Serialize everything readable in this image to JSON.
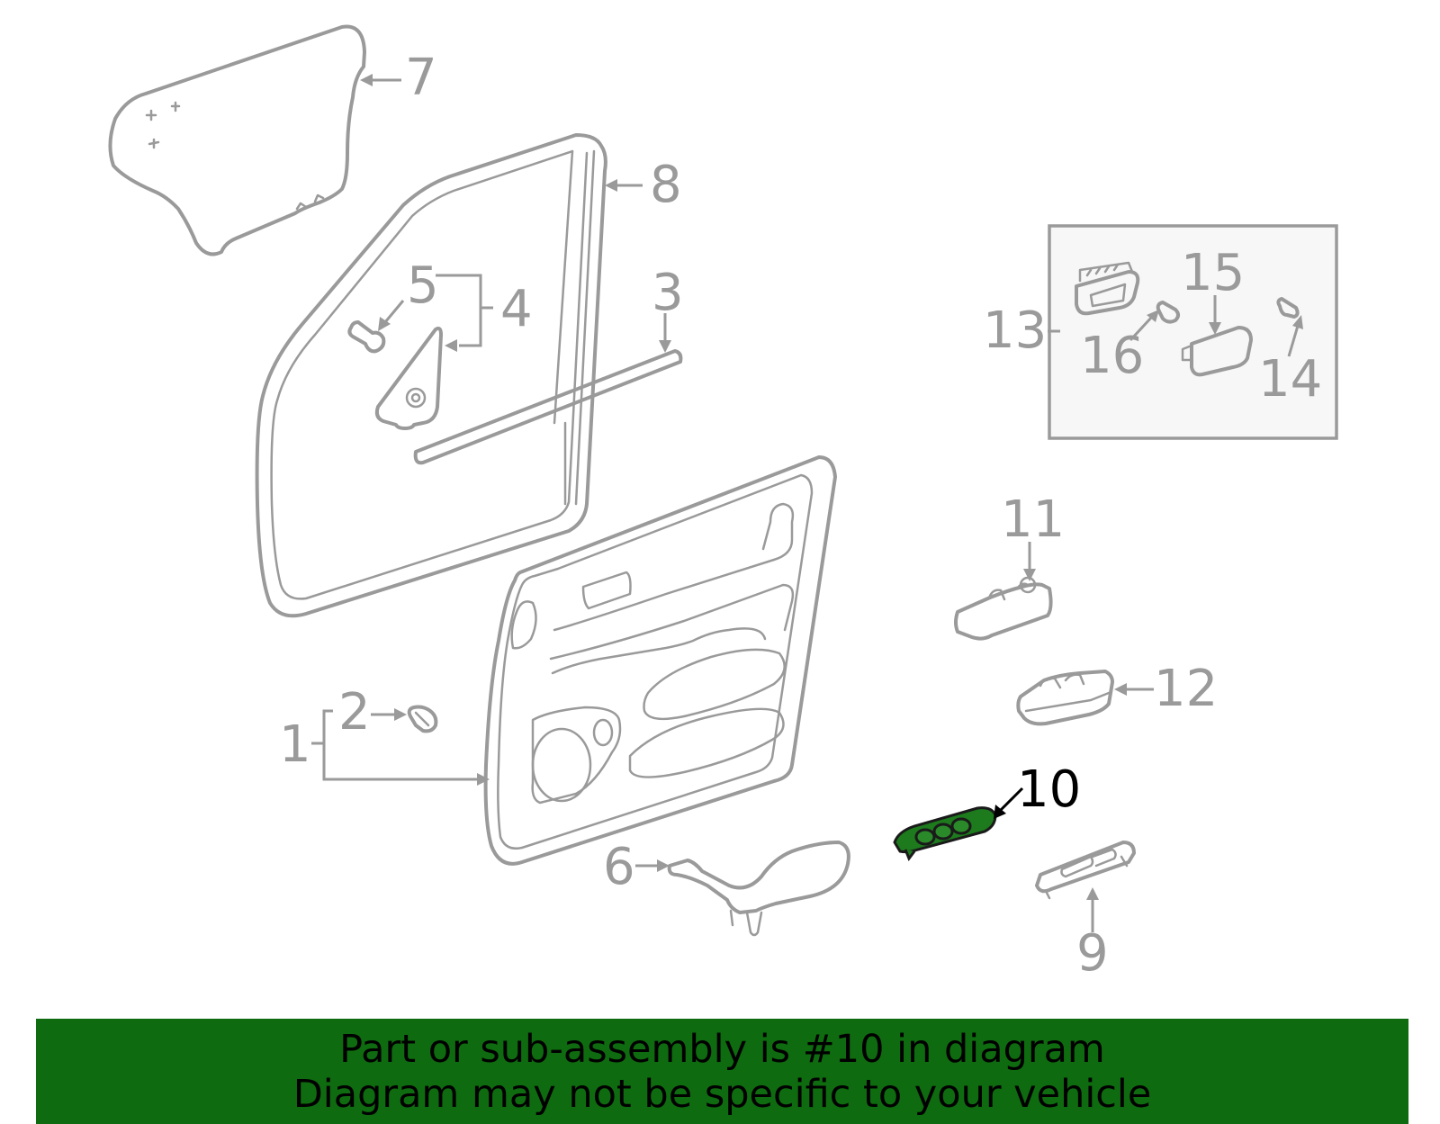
{
  "callouts": {
    "c1": "1",
    "c2": "2",
    "c3": "3",
    "c4": "4",
    "c5": "5",
    "c6": "6",
    "c7": "7",
    "c8": "8",
    "c9": "9",
    "c10": "10",
    "c11": "11",
    "c12": "12",
    "c13": "13",
    "c14": "14",
    "c15": "15",
    "c16": "16"
  },
  "highlighted_part": "10",
  "colors": {
    "line_gray": "#9a9a9a",
    "highlight_fill": "#1d7a1d",
    "highlight_text": "#000000",
    "banner_bg": "#0f6b0f",
    "banner_text": "#000000"
  },
  "banner": {
    "line1": "Part or sub-assembly is #10 in diagram",
    "line2": "Diagram may not be specific to your vehicle"
  }
}
